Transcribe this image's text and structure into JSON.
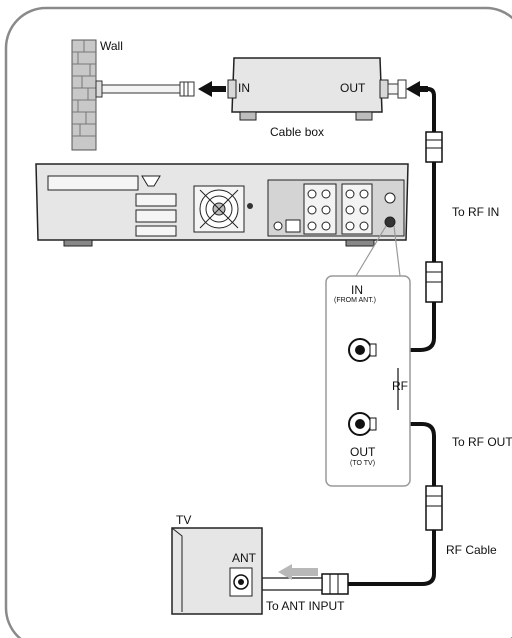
{
  "labels": {
    "wall": "Wall",
    "in": "IN",
    "out": "OUT",
    "cable_box": "Cable box",
    "to_rf_in": "To RF IN",
    "panel_in": "IN",
    "panel_in_sub": "(FROM ANT.)",
    "rf": "RF",
    "panel_out": "OUT",
    "panel_out_sub": "(TO TV)",
    "to_rf_out": "To RF OUT",
    "tv": "TV",
    "ant": "ANT",
    "rf_cable": "RF Cable",
    "to_ant_input": "To ANT INPUT"
  },
  "colors": {
    "frame": "#8a8a8a",
    "cable": "#111111",
    "device_fill": "#e6e6e6",
    "outline": "#222222",
    "panel_border": "#9a9a9a",
    "arrow_gray": "#b8b8b8"
  }
}
